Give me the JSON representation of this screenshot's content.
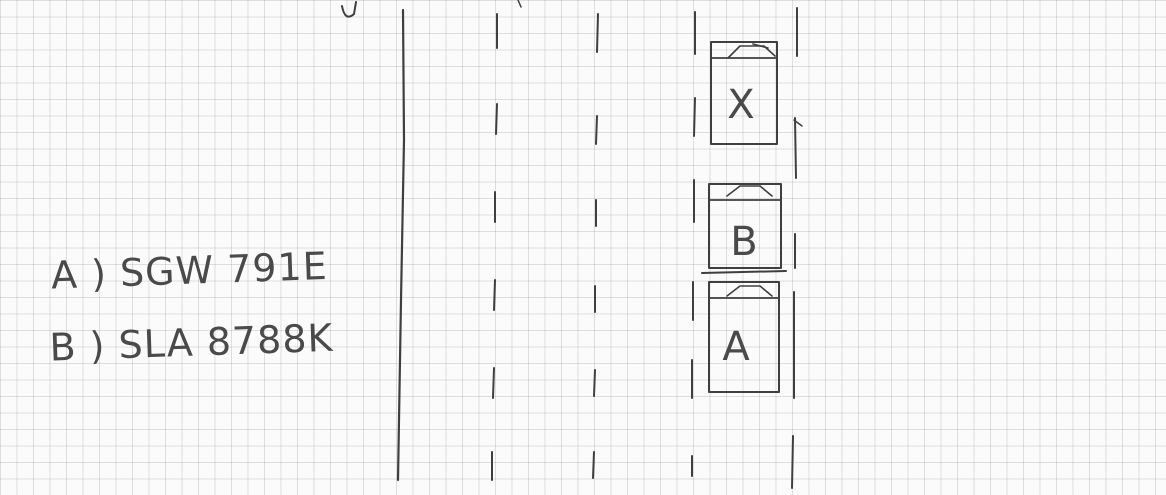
{
  "legend": [
    {
      "key": "A",
      "text": "A ) SGW 791E"
    },
    {
      "key": "B",
      "text": "B ) SLA 8788K"
    }
  ],
  "vehicles": [
    {
      "id": "X",
      "label": "X"
    },
    {
      "id": "B",
      "label": "B"
    },
    {
      "id": "A",
      "label": "A"
    }
  ]
}
